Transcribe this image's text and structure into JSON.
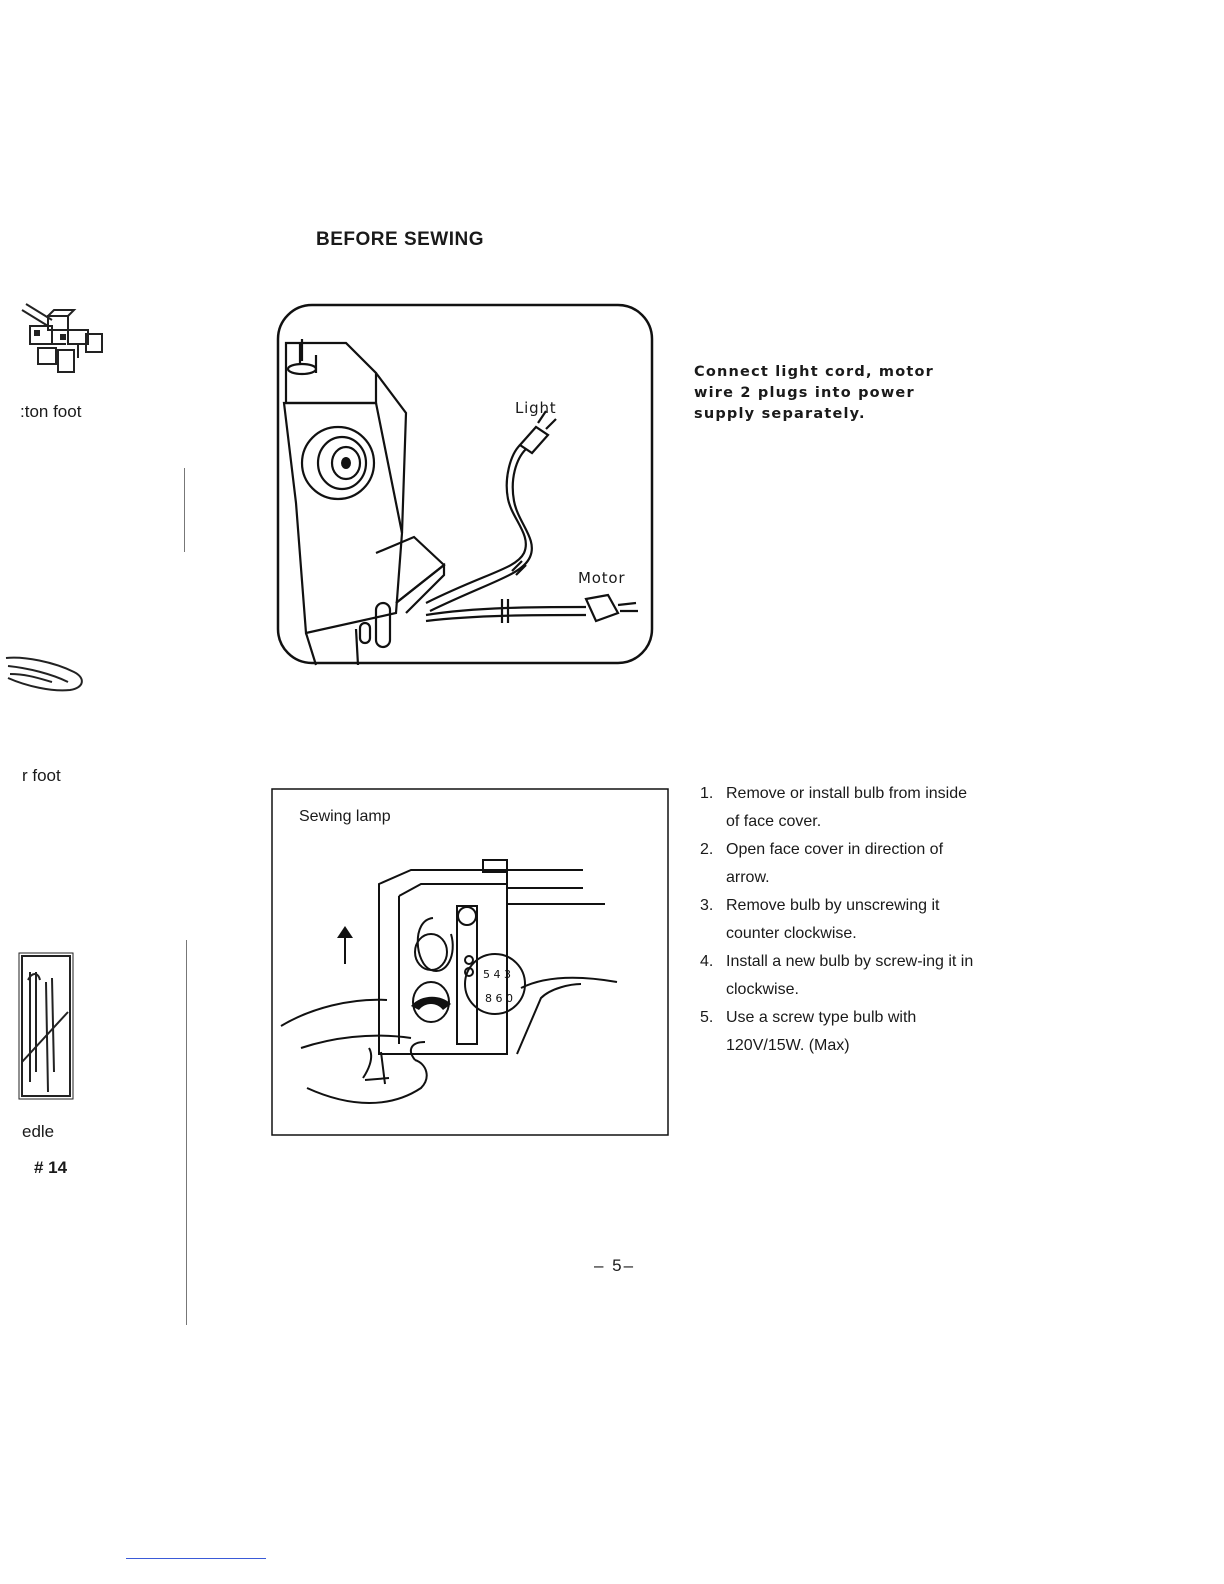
{
  "heading": "BEFORE SEWING",
  "margin_labels": {
    "button_foot": ":ton foot",
    "r_foot": "r foot",
    "needle": "edle",
    "needle_size": "# 14"
  },
  "figure1": {
    "label_light": "Light",
    "label_motor": "Motor"
  },
  "caption1": {
    "line1": "Connect light cord, motor",
    "line2": "wire  2 plugs into power",
    "line3": "supply separately."
  },
  "figure2": {
    "title": "Sewing lamp"
  },
  "steps": [
    {
      "num": "1.",
      "text": "Remove or install bulb from inside of face cover."
    },
    {
      "num": "2.",
      "text": "Open face cover in direction of arrow."
    },
    {
      "num": "3.",
      "text": "Remove bulb by unscrewing it counter clockwise."
    },
    {
      "num": "4.",
      "text": "Install a new bulb by screw-ing it in clockwise."
    },
    {
      "num": "5.",
      "text": "Use a screw type bulb with 120V/15W. (Max)"
    }
  ],
  "page_number": "– 5–",
  "icons": [
    "button-foot-icon",
    "presser-foot-icon",
    "needle-icon",
    "sewing-machine-illustration",
    "face-cover-illustration"
  ]
}
